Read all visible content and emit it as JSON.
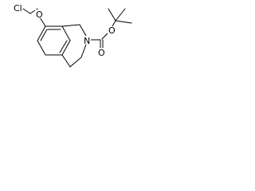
{
  "molecule": {
    "atoms": {
      "chlorine": "Cl",
      "ether_oxygen": "O",
      "ring_nitrogen": "N",
      "ester_oxygen": "O",
      "carbonyl_oxygen": "O"
    }
  },
  "colors": {
    "bond": "#000000",
    "background": "#ffffff"
  }
}
